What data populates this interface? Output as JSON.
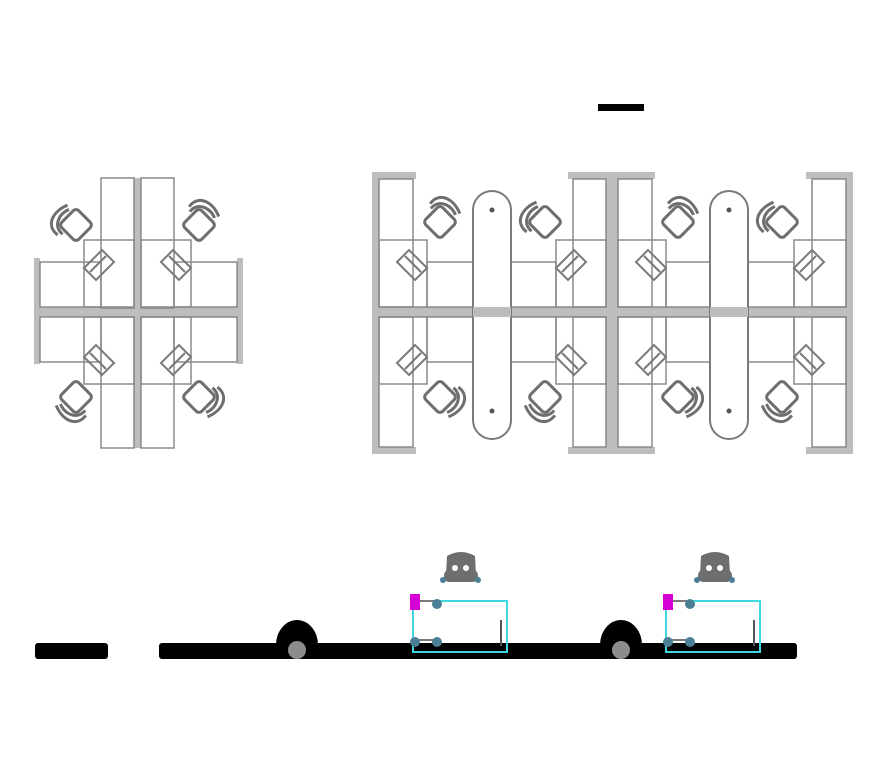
{
  "drawing": {
    "kind": "office workstation cubicle CAD drawing",
    "views": [
      "plan-view-cluster-of-4",
      "plan-view-cluster-of-8",
      "elevation-view"
    ]
  },
  "colors": {
    "background": "#ffffff",
    "panel_gray": "#bdbdbd",
    "line_gray": "#7a7a7a",
    "chair_gray": "#6e6e6e",
    "black": "#000000",
    "cyan": "#3fd8e0",
    "magenta": "#d400d4",
    "teal_grip": "#4a7f95",
    "wheel_gray": "#8c8c8c"
  },
  "icons": [
    "office-chair-icon",
    "monitor-icon",
    "grip-point-icon"
  ]
}
